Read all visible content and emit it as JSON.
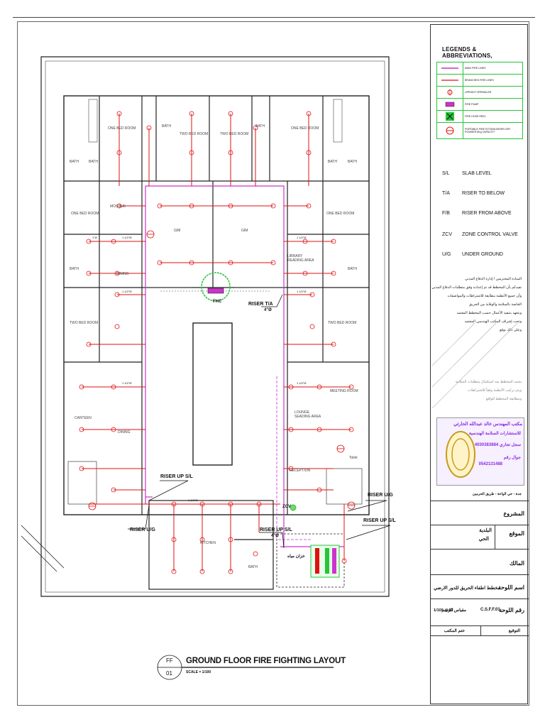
{
  "drawing": {
    "title": "GROUND FLOOR FIRE FIGHTING LAYOUT",
    "scale": "SCALE = 1/100",
    "sheet_code": "FF",
    "sheet_number": "01"
  },
  "rooms": {
    "one_bed_room_1": "ONE BED ROOM",
    "one_bed_room_2": "ONE BED ROOM",
    "one_bed_room_3": "ONE BED ROOM",
    "one_bed_room_4": "ONE BED ROOM",
    "two_bed_room_1": "TWO BED ROOM",
    "two_bed_room_2": "TWO BED ROOM",
    "two_bed_room_3": "TWO BED ROOM",
    "two_bed_room_4": "TWO BED ROOM",
    "bath": "BATH",
    "mosque": "MOSQUE",
    "gim": "GIM",
    "library": "LIBRARY\nREADING AREA",
    "dining": "DINING",
    "canteen": "CANTEEN",
    "meeting_room": "MEETING ROOM",
    "lounge": "LOUNGE\nSEADING AREA",
    "reception": "RECEPTION",
    "kitchen": "KITCHEN",
    "toilet": "Toilet",
    "water_tank": "خزان مياه"
  },
  "annotations": {
    "fhc": "FHC",
    "riser_ta": "RISER T/A",
    "riser_ta_size": "4\"Ø",
    "riser_up_sl_1": "RISER UP S/L",
    "riser_ug_1": "RISER U/G",
    "riser_up_sl_2": "RISER UP S/L",
    "riser_up_sl_2_size": "4\"Ø",
    "zcv": "ZCV",
    "riser_ug_2": "RISER U/G",
    "riser_up_sl_3": "RISER UP S/L",
    "pipe_size_1": "1 1/2\"Ø",
    "pipe_size_2": "1\"Ø"
  },
  "legend": {
    "title": "LEGENDS & ABBREVIATIONS,",
    "items": [
      {
        "label": "MAIN FIRE LINES",
        "symbol": "main-line",
        "color": "#cc33cc"
      },
      {
        "label": "BRANCHED FIRE LINES",
        "symbol": "branch-line",
        "color": "#e01010"
      },
      {
        "label": "UPRIGHT SPRINKLER",
        "symbol": "sprinkler-icon",
        "color": "#e01010"
      },
      {
        "label": "FIRE PUMP",
        "symbol": "fire-pump-icon",
        "color": "#cc33cc"
      },
      {
        "label": "FIRE HOSE REEL",
        "symbol": "hose-reel-icon",
        "color": "#27c43b"
      },
      {
        "label": "PORTABLE FIRE EXTINGUISHER DRY POWDER 6Kg CAPACITY",
        "symbol": "extinguisher-icon",
        "color": "#e01010"
      }
    ],
    "abbreviations": [
      {
        "code": "S/L",
        "meaning": "SLAB LEVEL"
      },
      {
        "code": "T/A",
        "meaning": "RISER TO BELOW"
      },
      {
        "code": "F/B",
        "meaning": "RISER FROM ABOVE"
      },
      {
        "code": "ZCV",
        "meaning": "ZONE CONTROL VALVE"
      },
      {
        "code": "U/G",
        "meaning": "UNDER GROUND"
      }
    ]
  },
  "notes": {
    "lines": [
      "السادة المحترمين / إدارة الدفاع المدني",
      "نفيدكم بأن المخطط قد تم إعداده وفق متطلبات الدفاع المدني",
      "وأن جميع الأنظمة مطابقة للاشتراطات والمواصفات",
      "الخاصة بالسلامة والوقاية من الحريق",
      "ونتعهد بتنفيذ الأعمال حسب المخطط المعتمد",
      "وتحت إشراف المكتب الهندسي المعتمد",
      "وعلى ذلك نوقع"
    ],
    "stamp_lines": [
      "يعتمد المخطط بعد استكمال متطلبات السلامة",
      "ويتم تركيب الأنظمة وفقاً للاشتراطات",
      "ومطابقة المخطط للواقع"
    ]
  },
  "office": {
    "name": "مكتب المهندس خالد عبدالله الحارثي",
    "subtitle": "للاستشارات السلامة الهندسية",
    "cr": "سجل تجاري 4030383884",
    "mobile_label": "جوال رقم",
    "mobile": "0542131488"
  },
  "title_block": {
    "location_line": "جدة - حي الواحة - طريق الحرمين",
    "project_label": "المشروع",
    "site_label": "الموقع",
    "municipality": "البلدية",
    "district": "الحي",
    "owner_label": "المالك",
    "sheet_name_label": "اسم اللوحة",
    "sheet_name": "مخطط اطفاء الحريق للدور الارضي",
    "sheet_no_label": "رقم اللوحة",
    "sheet_no": "C.S.F.F.01",
    "scale_label": "مقياس الرسم",
    "scale": "1/100 @A2",
    "signature_label": "التوقيع",
    "stamp_label": "ختم المكتب"
  }
}
